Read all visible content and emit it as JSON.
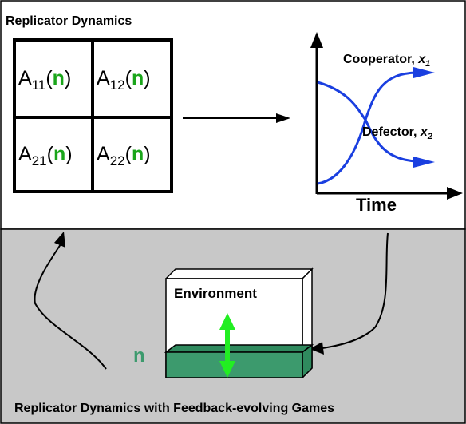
{
  "top_panel": {
    "title": "Replicator Dynamics",
    "matrix": {
      "a11": {
        "letter": "A",
        "index": "11",
        "open": "(",
        "var": "n",
        "close": ")"
      },
      "a12": {
        "letter": "A",
        "index": "12",
        "open": "(",
        "var": "n",
        "close": ")"
      },
      "a21": {
        "letter": "A",
        "index": "21",
        "open": "(",
        "var": "n",
        "close": ")"
      },
      "a22": {
        "letter": "A",
        "index": "22",
        "open": "(",
        "var": "n",
        "close": ")"
      }
    },
    "plot": {
      "cooperator_label": "Cooperator,",
      "cooperator_var": "x",
      "cooperator_sub": "1",
      "defector_label": "Defector,",
      "defector_var": "x",
      "defector_sub": "2",
      "x_axis_label": "Time"
    }
  },
  "bottom_panel": {
    "title": "Replicator Dynamics with Feedback-evolving Games",
    "environment_label": "Environment",
    "n_label": "n"
  },
  "colors": {
    "bottom_background": "#c8c8c8",
    "curve_blue": "#1a3fe0",
    "green_text": "#1aa51a",
    "environment_green": "#3c9a6d",
    "arrow_green": "#22ee22"
  }
}
